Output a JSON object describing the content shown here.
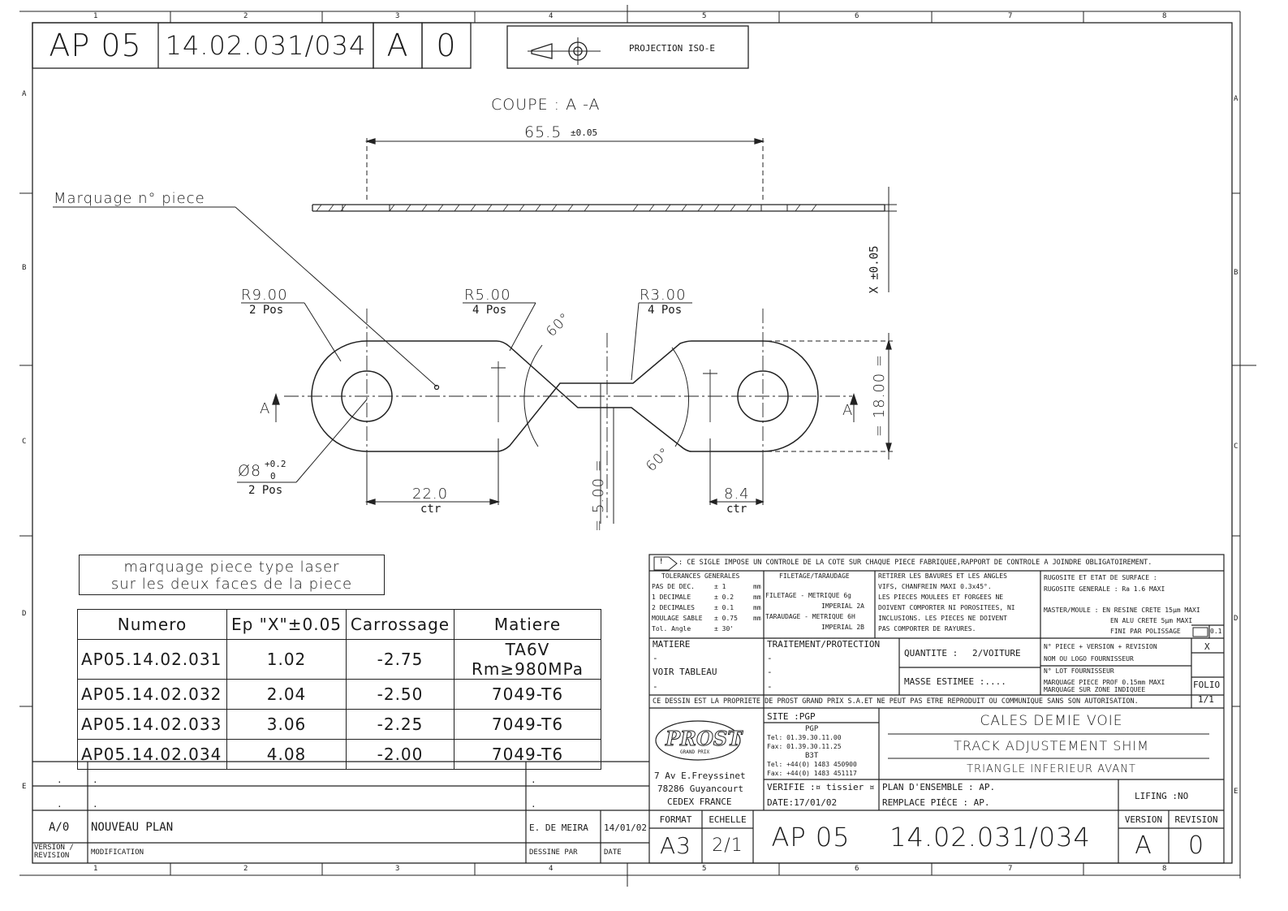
{
  "header": {
    "code": "AP 05",
    "number": "14.02.031/034",
    "version": "A",
    "revision": "0",
    "projection": "PROJECTION ISO-E"
  },
  "grid": {
    "columns": [
      "1",
      "2",
      "3",
      "4",
      "5",
      "6",
      "7",
      "8"
    ],
    "rows": [
      "A",
      "B",
      "C",
      "D",
      "E"
    ]
  },
  "drawing": {
    "section_title": "COUPE : A -A",
    "dim_length": "65.5",
    "dim_length_tol": "±0.05",
    "marking_label": "Marquage n° piece",
    "r9": "R9.00",
    "r9_pos": "2 Pos",
    "r5": "R5.00",
    "r5_pos": "4 Pos",
    "r3": "R3.00",
    "r3_pos": "4 Pos",
    "angle_top": "60°",
    "angle_bottom": "60°",
    "section_mark_left": "A",
    "section_mark_right": "A",
    "dia": "Ø8",
    "dia_tol_upper": "+0.2",
    "dia_tol_lower": "0",
    "dia_pos": "2 Pos",
    "dim_22": "22.0",
    "dim_22_ref": "ctr",
    "dim_8_4": "8.4",
    "dim_8_4_ref": "ctr",
    "dim_5": "= 5.00 =",
    "dim_18": "= 18.00 =",
    "dim_x": "X ±0.05"
  },
  "laser_note": [
    "marquage piece type laser",
    "sur les deux faces de la piece"
  ],
  "material_table": {
    "headers": [
      "Numero",
      "Ep \"X\"±0.05",
      "Carrossage",
      "Matiere"
    ],
    "rows": [
      [
        "AP05.14.02.031",
        "1.02",
        "-2.75",
        "TA6V Rm≥980MPa"
      ],
      [
        "AP05.14.02.032",
        "2.04",
        "-2.50",
        "7049-T6"
      ],
      [
        "AP05.14.02.033",
        "3.06",
        "-2.25",
        "7049-T6"
      ],
      [
        "AP05.14.02.034",
        "4.08",
        "-2.00",
        "7049-T6"
      ]
    ]
  },
  "revision_block": {
    "dot": ".",
    "version": "A/0",
    "description": "NOUVEAU PLAN",
    "drawn_by": "E. DE MEIRA",
    "date": "14/01/02",
    "label_version": "VERSION /",
    "label_revision": "REVISION",
    "label_modification": "MODIFICATION",
    "label_drawn_by": "DESSINE PAR",
    "label_date": "DATE"
  },
  "title_block": {
    "symbol": "!",
    "notice": ": CE SIGLE IMPOSE UN CONTROLE DE LA COTE SUR CHAQUE PIECE FABRIQUEE,RAPPORT DE CONTROLE A JOINDRE OBLIGATOIREMENT.",
    "tolerances": {
      "title": "TOLERANCES GENERALES",
      "rows": [
        [
          "PAS DE DEC.",
          "± 1",
          "mm"
        ],
        [
          "1 DECIMALE",
          "± 0.2",
          "mm"
        ],
        [
          "2 DECIMALES",
          "± 0.1",
          "mm"
        ],
        [
          "MOULAGE SABLE",
          "± 0.75",
          "mm"
        ],
        [
          "Tol. Angle",
          "± 30'",
          ""
        ]
      ]
    },
    "threading": {
      "title": "FILETAGE/TARAUDAGE",
      "rows": [
        "FILETAGE  - METRIQUE 6g",
        "IMPERIAL 2A",
        "TARAUDAGE - METRIQUE 6H",
        "IMPERIAL 2B"
      ]
    },
    "finish_note": [
      "RETIRER LES BAVURES ET LES ANGLES",
      "VIFS, CHANFREIN MAXI 0.3x45°.",
      "LES PIECES MOULEES ET FORGEES NE",
      "DOIVENT COMPORTER NI POROSITEES, NI",
      "INCLUSIONS. LES PIECES NE DOIVENT",
      "PAS COMPORTER DE RAYURES."
    ],
    "roughness": [
      "RUGOSITE ET ETAT DE SURFACE :",
      "RUGOSITE GENERALE : Ra 1.6 MAXI",
      "MASTER/MOULE : EN RESINE CRETE 15µm MAXI",
      "EN ALU CRETE 5µm MAXI",
      "FINI PAR POLISSAGE"
    ],
    "flatness": "0.1",
    "matiere_label": "MATIERE",
    "matiere_dash": "-",
    "matiere_value": "VOIR TABLEAU",
    "treatment_label": "TRAITEMENT/PROTECTION",
    "treatment_dash": "-",
    "quantity_label": "QUANTITE :",
    "quantity_value": "2/VOITURE",
    "mass_label": "MASSE ESTIMEE :....",
    "marking_items": [
      "N° PIECE + VERSION + REVISION",
      "NOM OU LOGO FOURNISSEUR",
      "N° LOT FOURNISSEUR",
      "MARQUAGE PIECE PROF 0.15mm MAXI",
      "MARQUAGE SUR ZONE INDIQUEE"
    ],
    "marking_check": "X",
    "folio_label": "FOLIO",
    "folio_value": "1/1",
    "property_note": "CE DESSIN EST LA PROPRIETE DE PROST GRAND PRIX S.A.ET NE PEUT PAS ETRE REPRODUIT OU COMMUNIQUE SANS SON AUTORISATION.",
    "company": {
      "logo": "PROST",
      "logo_sub": "GRAND PRIX",
      "address": [
        "7 Av E.Freyssinet",
        "78286 Guyancourt",
        "CEDEX FRANCE"
      ]
    },
    "site": {
      "label": "SITE :PGP",
      "pgp": "PGP",
      "pgp_tel": "Tel: 01.39.30.11.00",
      "pgp_fax": "Fax: 01.39.30.11.25",
      "b3t": "B3T",
      "b3t_tel": "Tel: +44(0) 1483 450900",
      "b3t_fax": "Fax: +44(0) 1483 451117"
    },
    "verified": "VERIFIE :¤ tissier ¤",
    "date": "DATE:17/01/02",
    "title_fr": "CALES DEMIE VOIE",
    "title_en": "TRACK ADJUSTEMENT SHIM",
    "subtitle": "TRIANGLE INFERIEUR AVANT",
    "assembly": "PLAN D'ENSEMBLE : AP.",
    "replaces": "REMPLACE PIÉCE : AP.",
    "lifing": "LIFING :NO",
    "format_label": "FORMAT",
    "format_value": "A3",
    "scale_label": "ECHELLE",
    "scale_value": "2/1",
    "code": "AP 05",
    "number": "14.02.031/034",
    "version_label": "VERSION",
    "revision_label": "REVISION",
    "version": "A",
    "revision": "0"
  }
}
